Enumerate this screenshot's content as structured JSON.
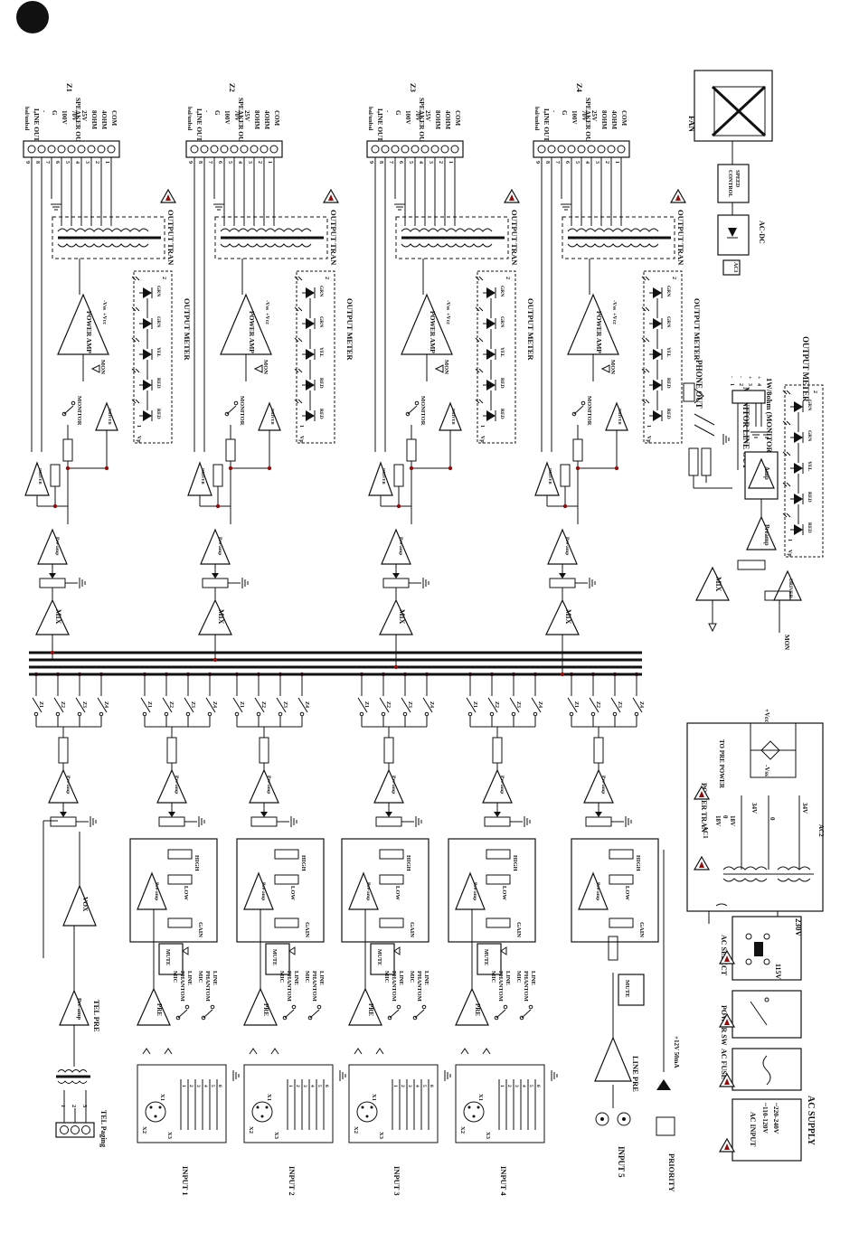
{
  "zones": [
    {
      "zone": "Z1",
      "speaker_out": "SPEAKER OUT",
      "line_out": "LINE OUT",
      "bal": "bal/unbal",
      "terms": [
        "+",
        "-",
        "G",
        "100V",
        "70V",
        "25V",
        "8OHM",
        "4OHM",
        "COM"
      ],
      "pins": [
        "9",
        "8",
        "7",
        "6",
        "5",
        "4",
        "3",
        "2",
        "1"
      ],
      "output_tran": "OUTPUT TRAN",
      "power_amp": "POWER AMP",
      "vcc": "+Vcc",
      "vss": "-Vss",
      "output_meter": "OUTPUT METER",
      "mon": "MON",
      "monitor": "MONITOR",
      "driver": "DRIVER",
      "preamp": "Pre-amp",
      "mix": "MIX",
      "led_labels": [
        "GRN",
        "GRN",
        "YEL",
        "RED",
        "RED"
      ],
      "vp": "Vp",
      "meter_pins": [
        "1",
        "2"
      ]
    },
    {
      "zone": "Z2",
      "speaker_out": "SPEAKER OUT",
      "line_out": "LINE OUT",
      "bal": "bal/unbal",
      "terms": [
        "+",
        "-",
        "G",
        "100V",
        "70V",
        "25V",
        "8OHM",
        "4OHM",
        "COM"
      ],
      "pins": [
        "9",
        "8",
        "7",
        "6",
        "5",
        "4",
        "3",
        "2",
        "1"
      ],
      "output_tran": "OUTPUT TRAN",
      "power_amp": "POWER AMP",
      "vcc": "+Vcc",
      "vss": "-Vss",
      "output_meter": "OUTPUT METER",
      "mon": "MON",
      "monitor": "MONITOR",
      "driver": "DRIVER",
      "preamp": "Pre-amp",
      "mix": "MIX",
      "led_labels": [
        "GRN",
        "GRN",
        "YEL",
        "RED",
        "RED"
      ],
      "vp": "Vp",
      "meter_pins": [
        "1",
        "2"
      ]
    },
    {
      "zone": "Z3",
      "speaker_out": "SPEAKER OUT",
      "line_out": "LINE OUT",
      "bal": "bal/unbal",
      "terms": [
        "+",
        "-",
        "G",
        "100V",
        "70V",
        "25V",
        "8OHM",
        "4OHM",
        "COM"
      ],
      "pins": [
        "9",
        "8",
        "7",
        "6",
        "5",
        "4",
        "3",
        "2",
        "1"
      ],
      "output_tran": "OUTPUT TRAN",
      "power_amp": "POWER AMP",
      "vcc": "+Vcc",
      "vss": "-Vss",
      "output_meter": "OUTPUT METER",
      "mon": "MON",
      "monitor": "MONITOR",
      "driver": "DRIVER",
      "preamp": "Pre-amp",
      "mix": "MIX",
      "led_labels": [
        "GRN",
        "GRN",
        "YEL",
        "RED",
        "RED"
      ],
      "vp": "Vp",
      "meter_pins": [
        "1",
        "2"
      ]
    },
    {
      "zone": "Z4",
      "speaker_out": "SPEAKER OUT",
      "line_out": "LINE OUT",
      "bal": "bal/unbal",
      "terms": [
        "+",
        "-",
        "G",
        "100V",
        "70V",
        "25V",
        "8OHM",
        "4OHM",
        "COM"
      ],
      "pins": [
        "9",
        "8",
        "7",
        "6",
        "5",
        "4",
        "3",
        "2",
        "1"
      ],
      "output_tran": "OUTPUT TRAN",
      "power_amp": "POWER AMP",
      "vcc": "+Vcc",
      "vss": "-Vss",
      "output_meter": "OUTPUT METER",
      "mon": "MON",
      "monitor": "MONITOR",
      "driver": "DRIVER",
      "preamp": "Pre-amp",
      "mix": "MIX",
      "led_labels": [
        "GRN",
        "GRN",
        "YEL",
        "RED",
        "RED"
      ],
      "vp": "Vp",
      "meter_pins": [
        "1",
        "2"
      ]
    }
  ],
  "inputs": [
    {
      "label": "INPUT 1",
      "x1": "X1",
      "x2": "X2",
      "x3": "X3",
      "pre": "PRE",
      "mute": "MUTE",
      "opts": [
        "MIC",
        "PHANTOM",
        "LINE"
      ],
      "opts2": [
        "MIC",
        "PHANTOM",
        "LINE"
      ],
      "preamp": "Pre-amp",
      "gain": "GAIN",
      "low": "LOW",
      "high": "HIGH",
      "sw": [
        "Z1",
        "Z2",
        "Z3",
        "Z4"
      ],
      "jack": [
        "1",
        "2",
        "3",
        "4",
        "5",
        "6"
      ]
    },
    {
      "label": "INPUT 2",
      "x1": "X1",
      "x2": "X2",
      "x3": "X3",
      "pre": "PRE",
      "mute": "MUTE",
      "opts": [
        "MIC",
        "PHANTOM",
        "LINE"
      ],
      "opts2": [
        "MIC",
        "PHANTOM",
        "LINE"
      ],
      "preamp": "Pre-amp",
      "gain": "GAIN",
      "low": "LOW",
      "high": "HIGH",
      "sw": [
        "Z1",
        "Z2",
        "Z3",
        "Z4"
      ],
      "jack": [
        "1",
        "2",
        "3",
        "4",
        "5",
        "6"
      ]
    },
    {
      "label": "INPUT 3",
      "x1": "X1",
      "x2": "X2",
      "x3": "X3",
      "pre": "PRE",
      "mute": "MUTE",
      "opts": [
        "MIC",
        "PHANTOM",
        "LINE"
      ],
      "opts2": [
        "MIC",
        "PHANTOM",
        "LINE"
      ],
      "preamp": "Pre-amp",
      "gain": "GAIN",
      "low": "LOW",
      "high": "HIGH",
      "sw": [
        "Z1",
        "Z2",
        "Z3",
        "Z4"
      ],
      "jack": [
        "1",
        "2",
        "3",
        "4",
        "5",
        "6"
      ]
    },
    {
      "label": "INPUT 4",
      "x1": "X1",
      "x2": "X2",
      "x3": "X3",
      "pre": "PRE",
      "mute": "MUTE",
      "opts": [
        "MIC",
        "PHANTOM",
        "LINE"
      ],
      "opts2": [
        "MIC",
        "PHANTOM",
        "LINE"
      ],
      "preamp": "Pre-amp",
      "gain": "GAIN",
      "low": "LOW",
      "high": "HIGH",
      "sw": [
        "Z1",
        "Z2",
        "Z3",
        "Z4"
      ],
      "jack": [
        "1",
        "2",
        "3",
        "4",
        "5",
        "6"
      ]
    }
  ],
  "input5": {
    "label": "INPUT 5",
    "line_pre": "LINE PRE",
    "mute": "MUTE",
    "priority": "PRIORITY",
    "supply": "+12V 50mA",
    "preamp": "Pre-amp",
    "gain": "GAIN",
    "low": "LOW",
    "high": "HIGH",
    "sw": [
      "Z1",
      "Z2",
      "Z3",
      "Z4"
    ]
  },
  "tel": {
    "paging": "TEL Paging",
    "tel_pre": "TEL PRE",
    "vox": "VOX",
    "preamp": "Pre-amp",
    "pins": [
      "1",
      "2",
      "3"
    ],
    "sw": [
      "Z1",
      "Z2",
      "Z3",
      "Z4"
    ]
  },
  "monitor": {
    "phone_out": "PHONE OUT",
    "line_out": "MONITOR LINE OUT",
    "line_out_sub": "1W/8ohm (MONITOR OUT)",
    "output_meter": "OUTPUT METER",
    "amp": "Amp",
    "preamp": "Preamp",
    "mix": "MIX",
    "driver": "DRIVER",
    "mon": "MON",
    "pins": [
      "1",
      "2",
      "3",
      "4"
    ],
    "pin_signs": [
      "-",
      "-",
      "+",
      "+"
    ],
    "led_labels": [
      "GRN",
      "GRN",
      "YEL",
      "RED",
      "RED"
    ],
    "vp": "Vp"
  },
  "fan": {
    "fan": "FAN",
    "speed": "SPEED",
    "control": "CONTROL",
    "acdc": "AC-DC",
    "ac1": "AC1"
  },
  "power": {
    "supply": "AC SUPPLY",
    "ac_input": "AC INPUT",
    "range1": "~110-120V",
    "range2": "~220-240V",
    "fuse": "AC FUSE",
    "sw": "POWER SW",
    "select": "AC SELECT",
    "v115": "115V",
    "v230": "230V",
    "tran": "POWER TRAN",
    "ac1": "AC1",
    "ac2": "AC2",
    "to_pre": "TO PRE POWER",
    "t18a": "18V",
    "t0a": "0",
    "t18b": "18V",
    "t34a": "34V",
    "t0b": "0",
    "t34b": "34V",
    "vcc": "+Vcc",
    "vss": "-Vss"
  },
  "colors": {
    "ink": "#111111",
    "node": "#8b1010"
  }
}
